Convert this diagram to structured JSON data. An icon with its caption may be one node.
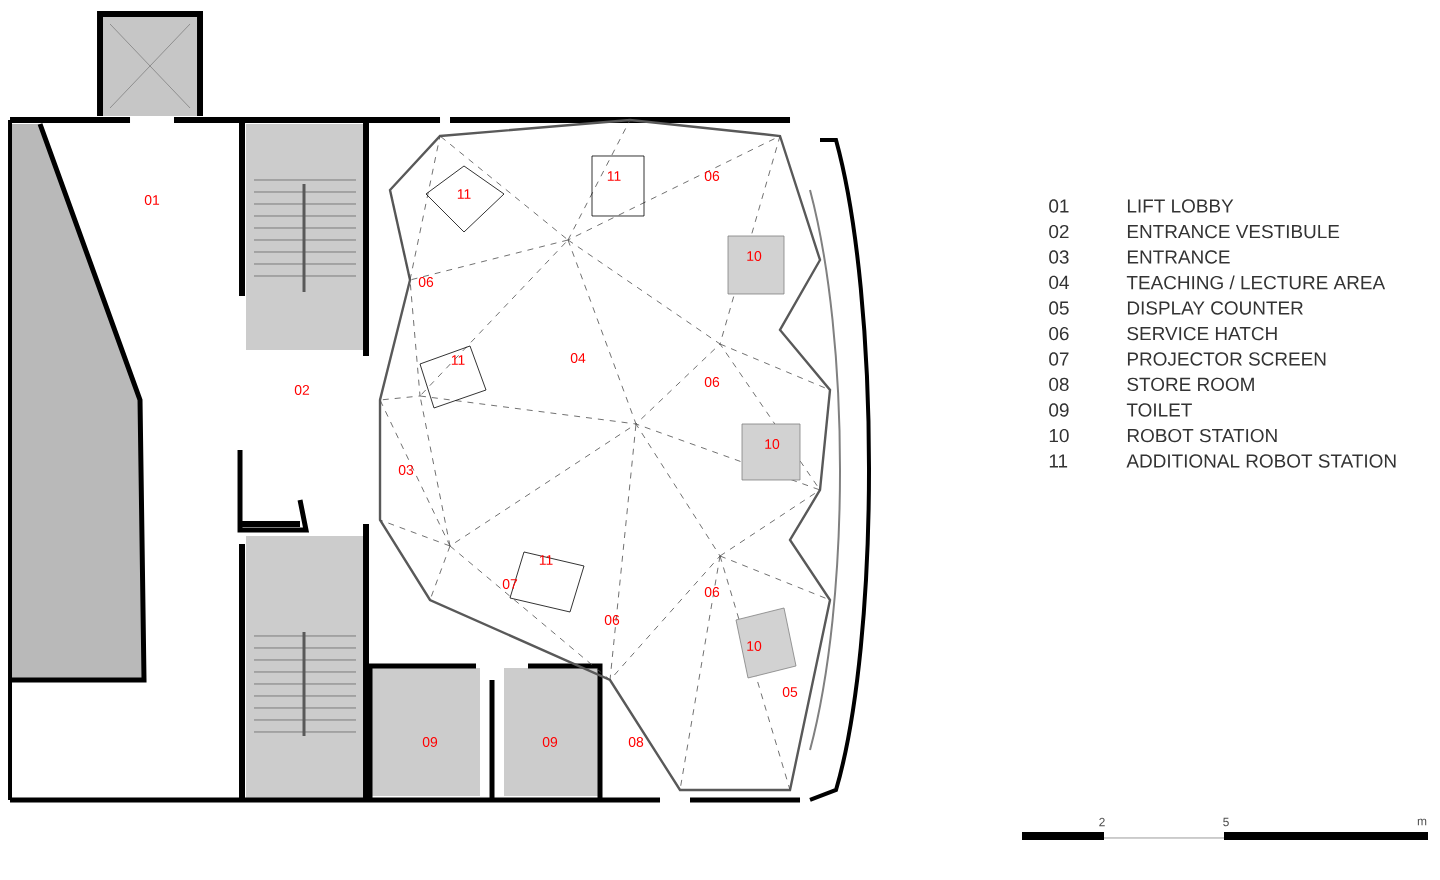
{
  "diagram": {
    "labels": [
      "11",
      "06",
      "11",
      "01",
      "10",
      "06",
      "11",
      "04",
      "06",
      "02",
      "10",
      "03",
      "11",
      "07",
      "06",
      "06",
      "10",
      "05",
      "09",
      "09",
      "08",
      "01",
      "LIFT LOBBY",
      "02",
      "ENTRANCE VESTIBULE",
      "03",
      "ENTRANCE",
      "04",
      "TEACHING / LECTURE AREA",
      "05",
      "DISPLAY COUNTER",
      "06",
      "SERVICE HATCH",
      "07",
      "PROJECTOR SCREEN",
      "08",
      "STORE ROOM",
      "09",
      "TOILET",
      "10",
      "ROBOT STATION",
      "11",
      "ADDITIONAL ROBOT STATION",
      "2",
      "5",
      "m"
    ]
  }
}
